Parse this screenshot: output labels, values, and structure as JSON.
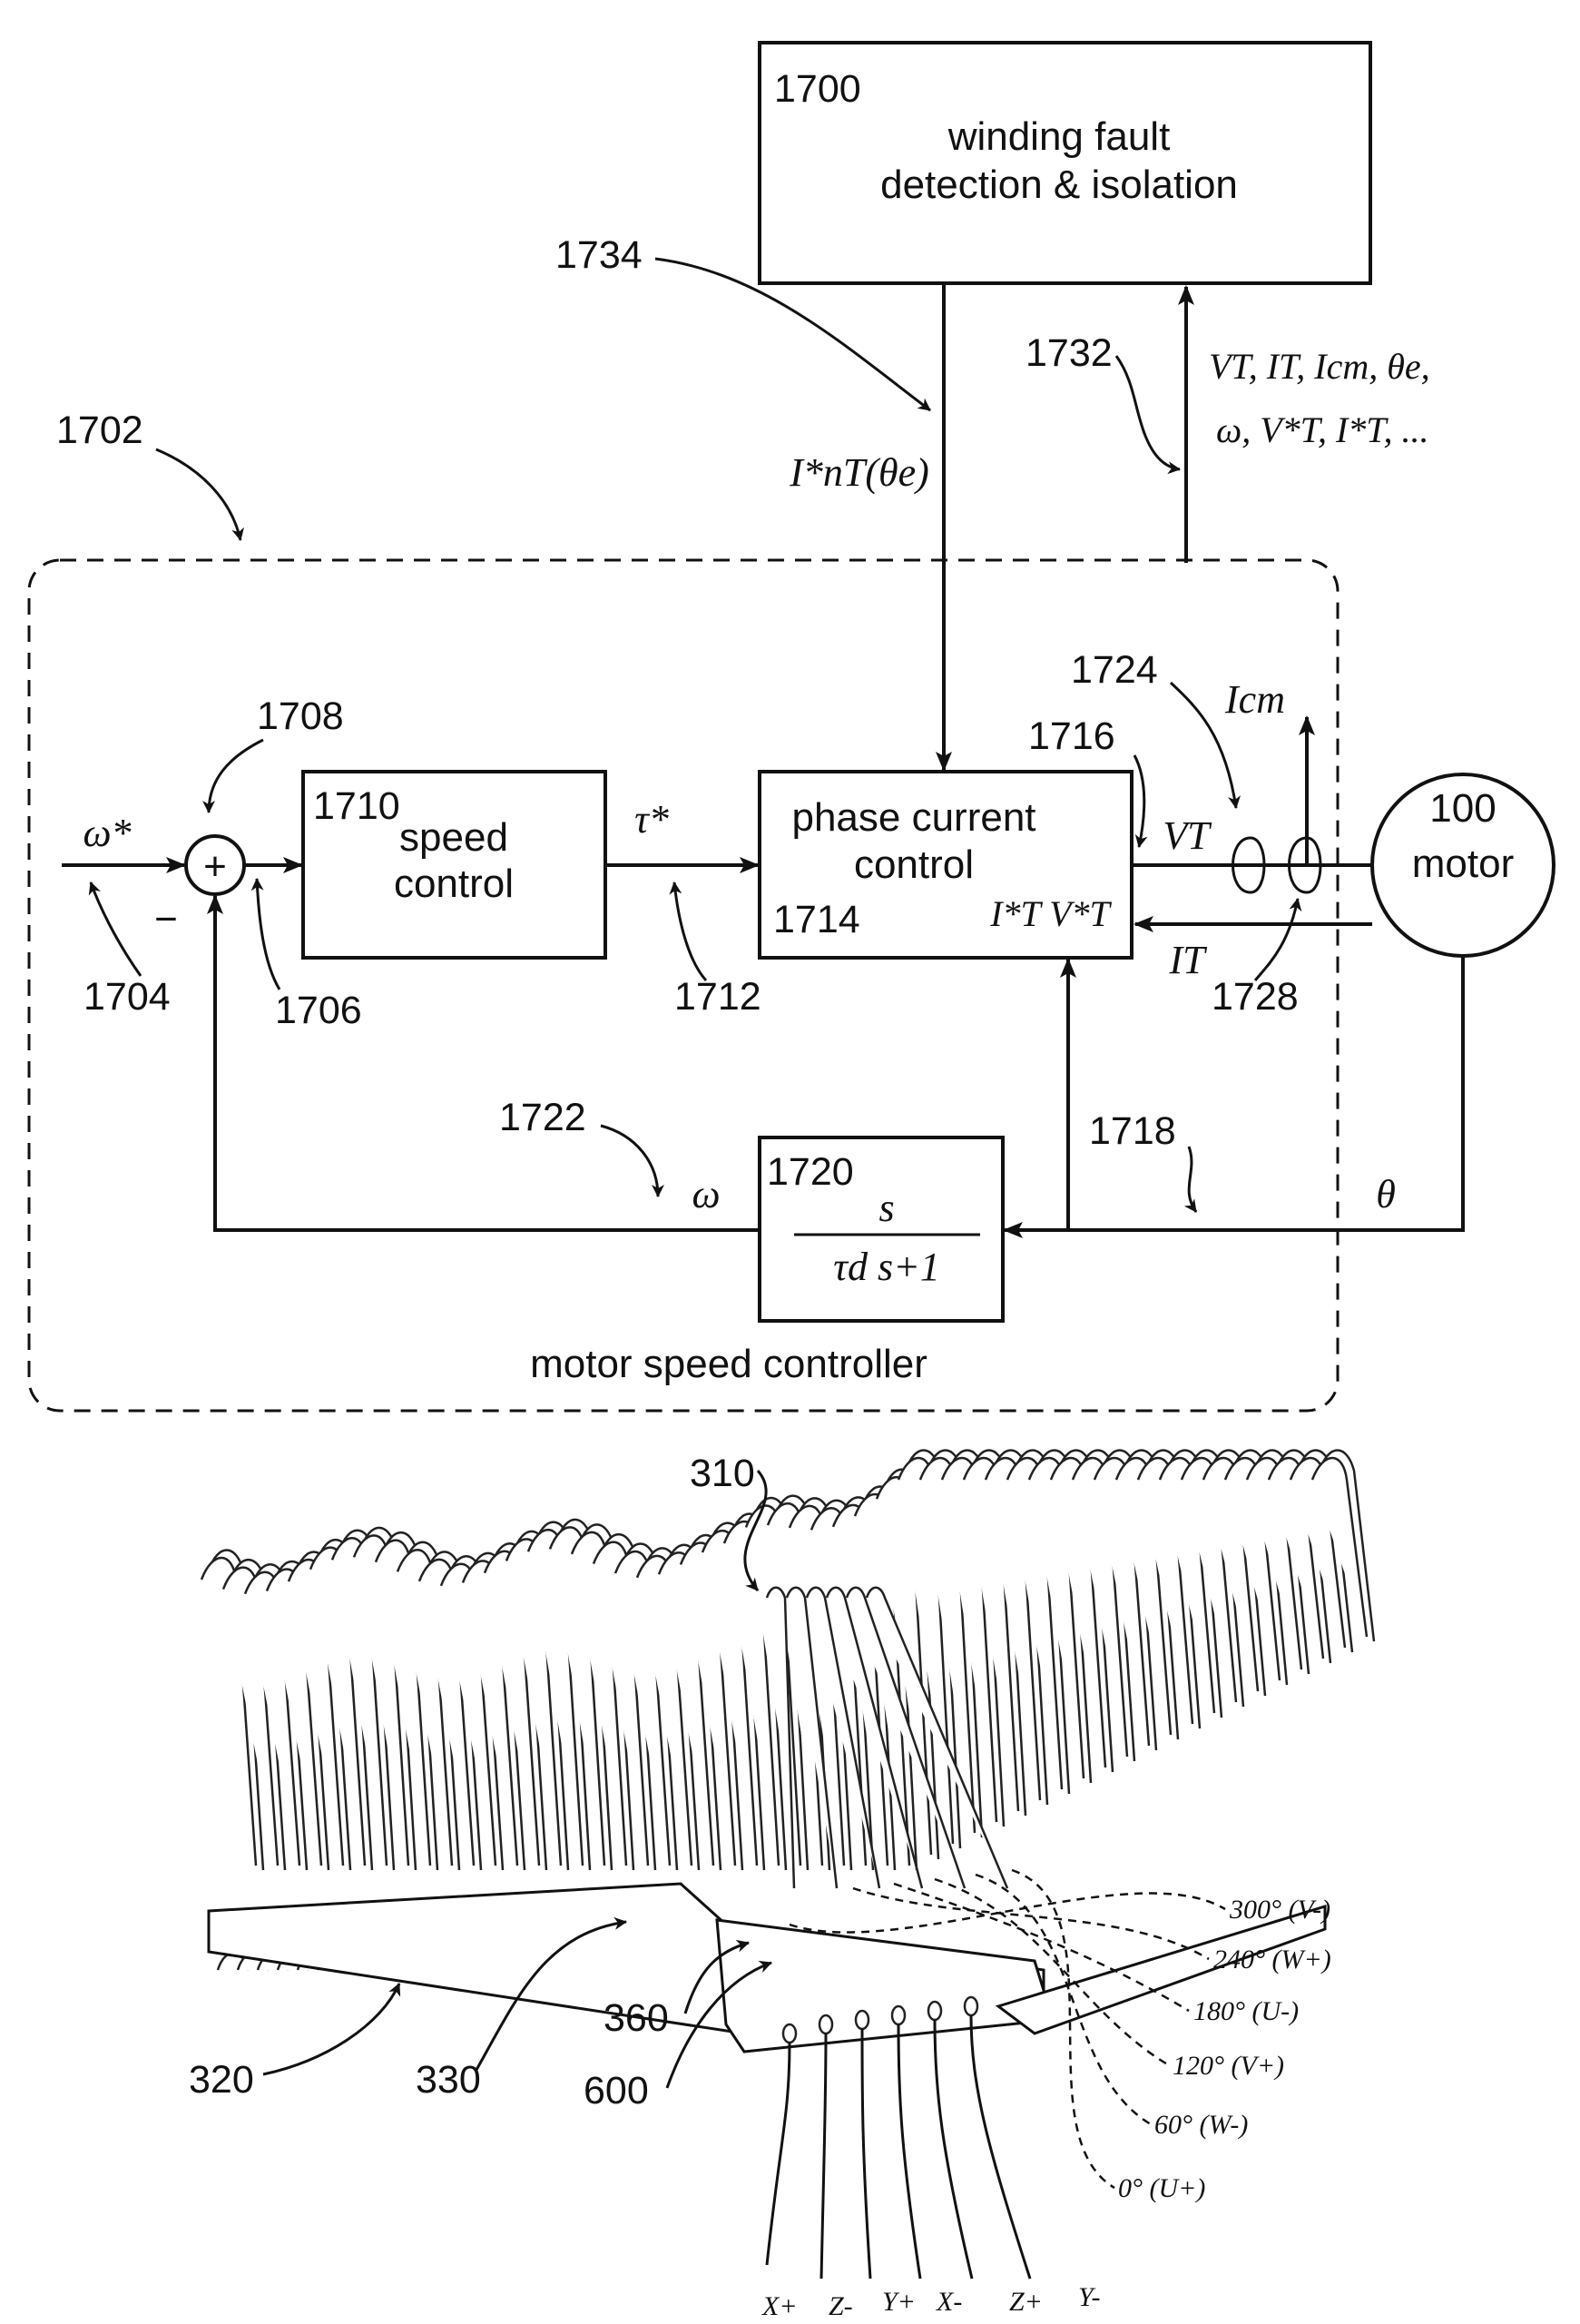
{
  "block_diagram": {
    "fault_block": {
      "ref": "1700",
      "line1": "winding fault",
      "line2": "detection & isolation"
    },
    "controller_ref": "1702",
    "controller_caption": "motor speed controller",
    "speed_block": {
      "ref": "1710",
      "line1": "speed",
      "line2": "control"
    },
    "current_block": {
      "ref": "1714",
      "line1": "phase current",
      "line2": "control",
      "ports": "I*T  V*T"
    },
    "filter_block": {
      "ref": "1720",
      "numerator": "s",
      "denominator": "τd s+1"
    },
    "motor_block": {
      "ref": "100",
      "label": "motor"
    },
    "summing_symbol": "+",
    "minus_sign": "−",
    "signals": {
      "omega_ref": "ω*",
      "tau_ref": "τ*",
      "omega": "ω",
      "theta": "θ",
      "vt": "VT",
      "it": "IT",
      "icm": "Icm",
      "itn": "I*nT(θe)",
      "meas_line1": "VT, IT, Icm, θe,",
      "meas_line2": "ω, V*T, I*T, ..."
    },
    "refs": [
      "1704",
      "1706",
      "1708",
      "1712",
      "1716",
      "1718",
      "1722",
      "1724",
      "1728",
      "1732",
      "1734"
    ]
  },
  "winding_figure": {
    "refs": [
      "310",
      "320",
      "330",
      "360",
      "600"
    ],
    "phase_labels": [
      "300° (V-)",
      "240° (W+)",
      "180° (U-)",
      "120° (V+)",
      "60° (W-)",
      "0° (U+)"
    ],
    "terminal_labels": [
      "X+",
      "Z-",
      "Y+",
      "X-",
      "Z+",
      "Y-"
    ]
  }
}
